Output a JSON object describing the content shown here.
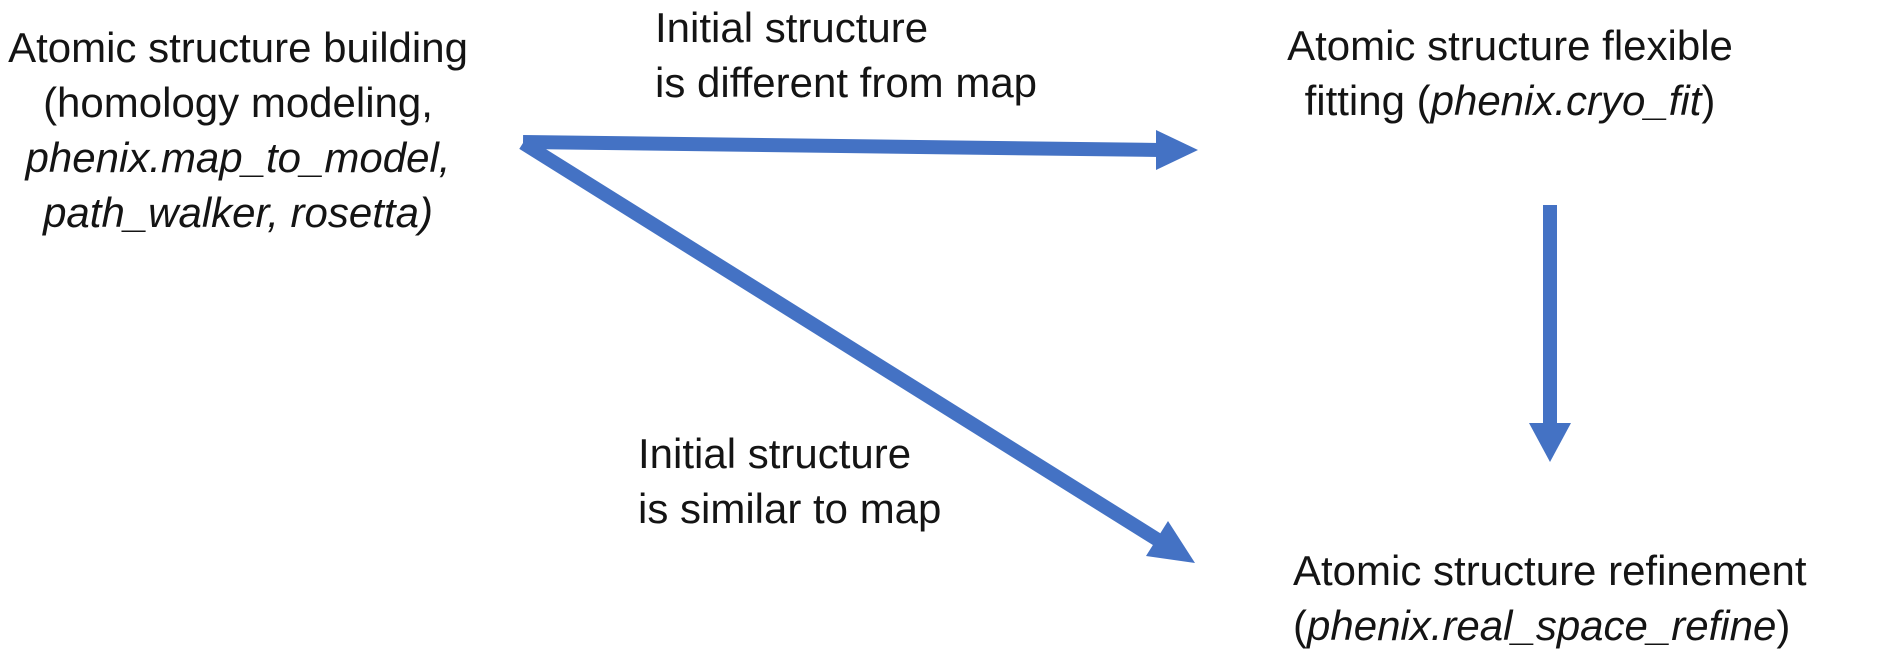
{
  "diagram": {
    "background_color": "#ffffff",
    "text_color": "#141414",
    "arrow_color": "#4472c4"
  },
  "nodes": {
    "building": {
      "line1": "Atomic structure building",
      "line2": "(homology modeling,",
      "line3": "phenix.map_to_model,",
      "line4": "path_walker, rosetta)"
    },
    "fitting": {
      "line1": "Atomic structure flexible",
      "line2_prefix": "fitting (",
      "line2_italic": "phenix.cryo_fit",
      "line2_suffix": ")"
    },
    "refinement": {
      "line1": "Atomic structure refinement",
      "line2_prefix": "(",
      "line2_italic": "phenix.real_space_refine",
      "line2_suffix": ")"
    }
  },
  "edge_labels": {
    "different": {
      "line1": "Initial structure",
      "line2": "is different from map"
    },
    "similar": {
      "line1": "Initial structure",
      "line2": "is similar to map"
    }
  },
  "arrows": {
    "building_to_fitting": "building to flexible fitting",
    "building_to_refinement": "building to refinement",
    "fitting_to_refinement": "flexible fitting to refinement"
  }
}
